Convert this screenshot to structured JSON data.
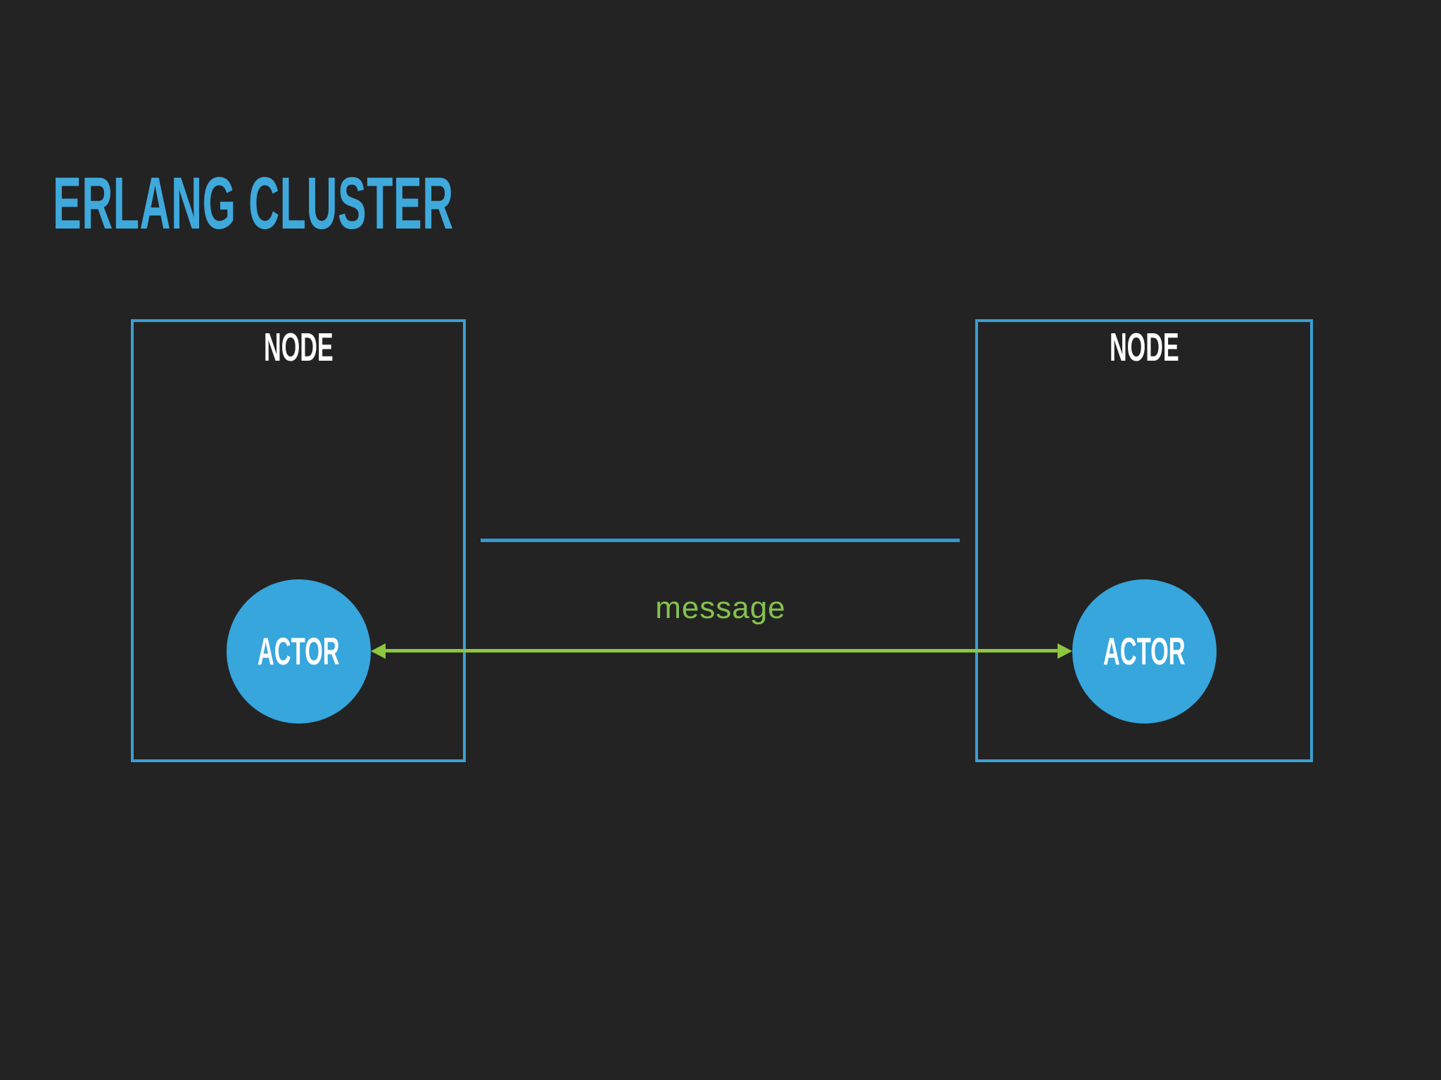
{
  "slide": {
    "title": "ERLANG CLUSTER",
    "nodes": [
      {
        "label": "NODE",
        "actor_label": "ACTOR"
      },
      {
        "label": "NODE",
        "actor_label": "ACTOR"
      }
    ],
    "connection": {
      "message_label": "message"
    },
    "colors": {
      "background": "#232323",
      "title_blue": "#3fa9dc",
      "box_border_blue": "#3a9fd4",
      "circle_blue": "#36a6dc",
      "link_line_blue": "#3399d0",
      "arrow_green": "#8dc63f",
      "message_green": "#84c24e",
      "label_white": "#ffffff"
    }
  }
}
